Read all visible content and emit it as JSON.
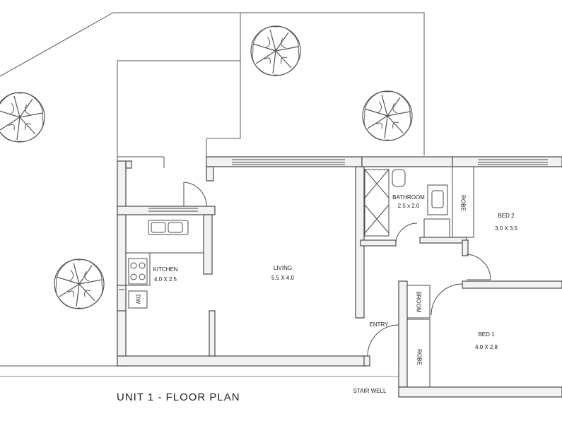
{
  "title": "UNIT 1 - FLOOR PLAN",
  "rooms": {
    "kitchen": {
      "name": "KITCHEN",
      "size": "4.0 X 2.5"
    },
    "living": {
      "name": "LIVING",
      "size": "5.5 X 4.0"
    },
    "bathroom": {
      "name": "BATHROOM",
      "size": "2.5 x 2.0"
    },
    "bed2": {
      "name": "BED 2",
      "size": "3.0 X 3.5"
    },
    "bed1": {
      "name": "BED 1",
      "size": "4.0 X 2.8"
    }
  },
  "labels": {
    "entry": "ENTRY",
    "stair_well": "STAIR WELL",
    "robe_bed2": "ROBE",
    "robe_bed1": "ROBE",
    "broom": "BROOM",
    "dishwasher": "DW"
  },
  "colors": {
    "line": "#4a4a4a",
    "wall_fill": "#f2f2f2",
    "background": "#ffffff"
  }
}
